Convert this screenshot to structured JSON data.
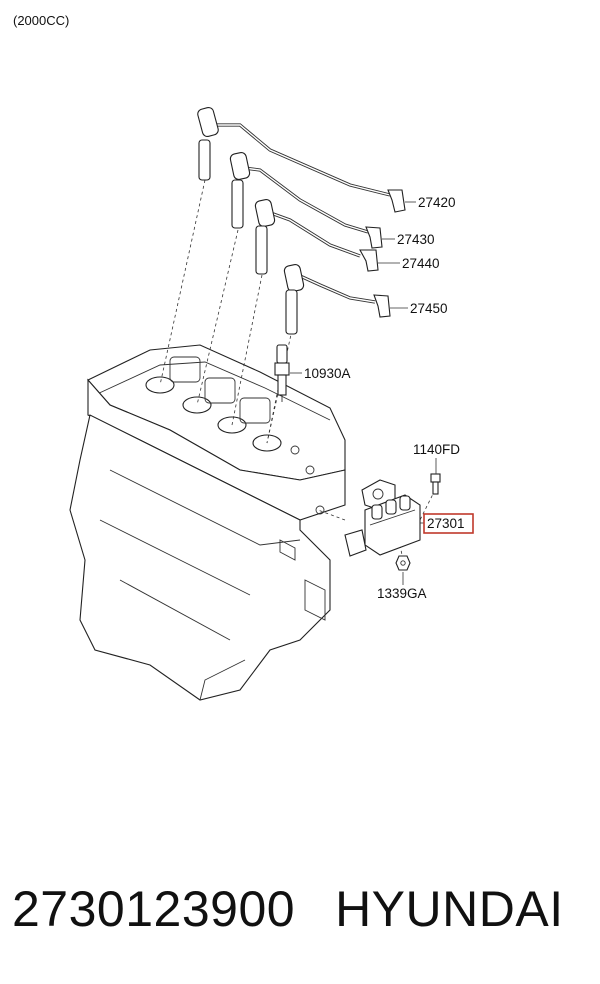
{
  "variant_label": "(2000CC)",
  "callouts": {
    "wire_1": "27420",
    "wire_2": "27430",
    "wire_3": "27440",
    "wire_4": "27450",
    "spark_plug": "10930A",
    "bolt": "1140FD",
    "ignition_coil": "27301",
    "nut": "1339GA"
  },
  "footer": {
    "part_number": "2730123900",
    "brand": "HYUNDAI"
  },
  "colors": {
    "highlight": "#c0392b",
    "line": "#222222"
  }
}
